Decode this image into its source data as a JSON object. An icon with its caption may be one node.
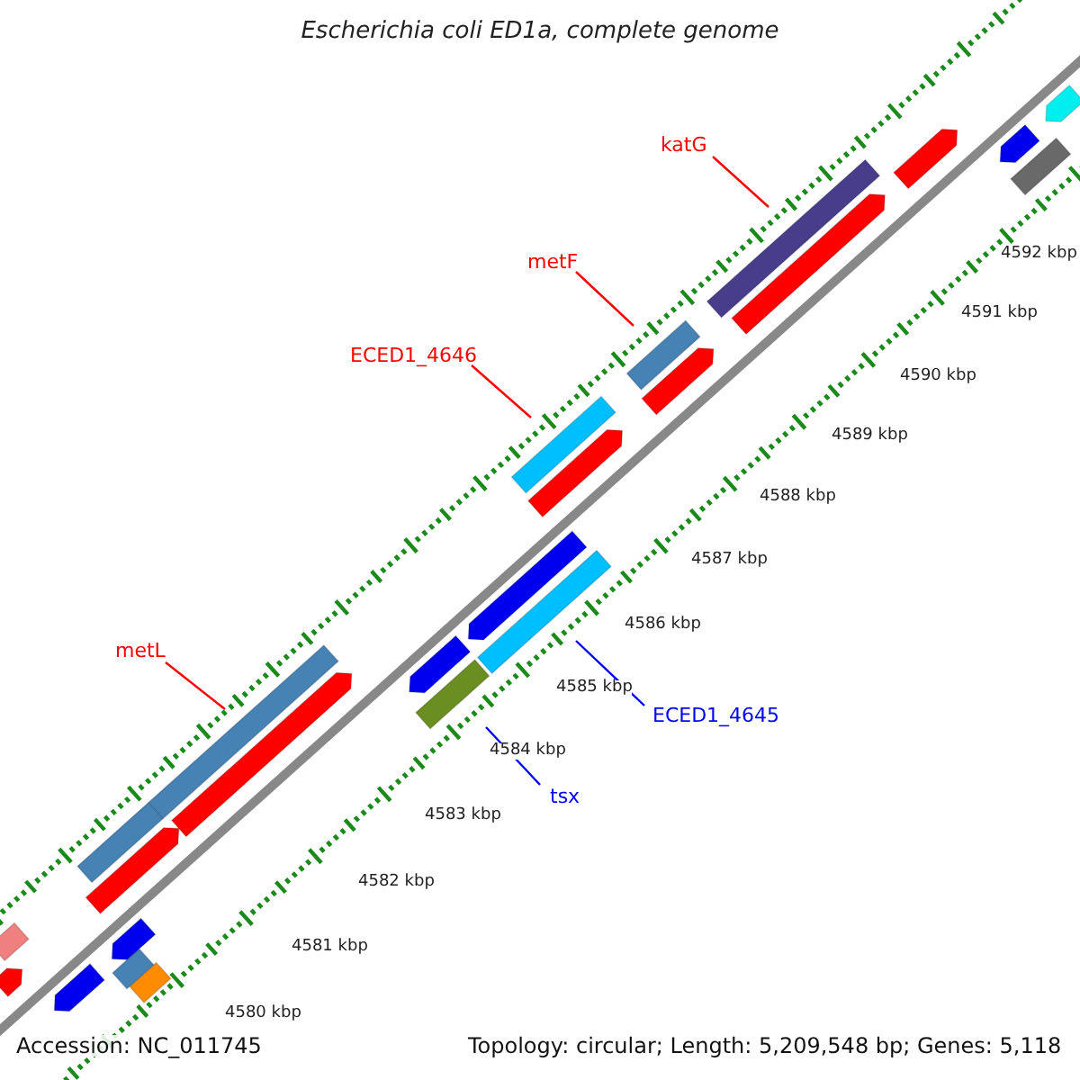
{
  "diagram": {
    "title": "Escherichia coli ED1a, complete genome",
    "nodes": [
      {
        "text": [
          "katG"
        ]
      },
      {
        "text": [],
        "shape": "bar"
      },
      {
        "text": [
          "metF"
        ]
      },
      {
        "text": [],
        "shape": "bar"
      },
      {
        "text": [
          "ECED1_4646"
        ]
      },
      {
        "text": [],
        "shape": "bar"
      },
      {
        "text": [
          "metL"
        ]
      },
      {
        "text": [],
        "shape": "bar"
      },
      {
        "text": [
          "ECED1_4645"
        ]
      },
      {
        "text": [],
        "shape": "bar"
      },
      {
        "text": [
          "tsx"
        ]
      },
      {
        "text": [],
        "shape": "bar"
      },
      {
        "text": [],
        "shape": "bar"
      },
      {
        "text": [],
        "shape": "bar"
      },
      {
        "text": [],
        "shape": "bar"
      },
      {
        "text": [],
        "shape": "bar"
      },
      {
        "text": [],
        "shape": "bar"
      },
      {
        "text": [],
        "shape": "bar"
      },
      {
        "text": [],
        "shape": "bar"
      },
      {
        "text": [],
        "shape": "bar"
      },
      {
        "text": [],
        "shape": "bar"
      },
      {
        "text": [],
        "shape": "bar"
      },
      {
        "text": [],
        "shape": "bar"
      },
      {
        "text": [],
        "shape": "bar"
      },
      {
        "text": [],
        "shape": "bar"
      },
      {
        "text": [],
        "shape": "bar"
      },
      {
        "text": [],
        "shape": "bar"
      },
      {
        "text": [],
        "shape": "bar"
      },
      {
        "text": [],
        "shape": "bar"
      },
      {
        "text": [],
        "shape": "bar"
      }
    ],
    "edges": [
      {
        "from": 0,
        "to": 1,
        "arrow": "none"
      },
      {
        "from": 2,
        "to": 3,
        "arrow": "none"
      },
      {
        "from": 4,
        "to": 5,
        "arrow": "none"
      },
      {
        "from": 6,
        "to": 7,
        "arrow": "none"
      },
      {
        "from": 8,
        "to": 9,
        "arrow": "none",
        "color": "#0000ff"
      },
      {
        "from": 10,
        "to": 11,
        "arrow": "none",
        "color": "#0000ff"
      }
    ],
    "labels": [
      "4592 kbp",
      "4591 kbp",
      "4590 kbp",
      "4589 kbp",
      "4588 kbp",
      "4587 kbp",
      "4586 kbp",
      "4585 kbp",
      "4584 kbp",
      "4583 kbp",
      "4582 kbp",
      "4581 kbp",
      "4580 kbp",
      "Accession: NC_011745",
      "Topology: circular; Length: 5,209,548 bp; Genes: 5,118"
    ]
  }
}
